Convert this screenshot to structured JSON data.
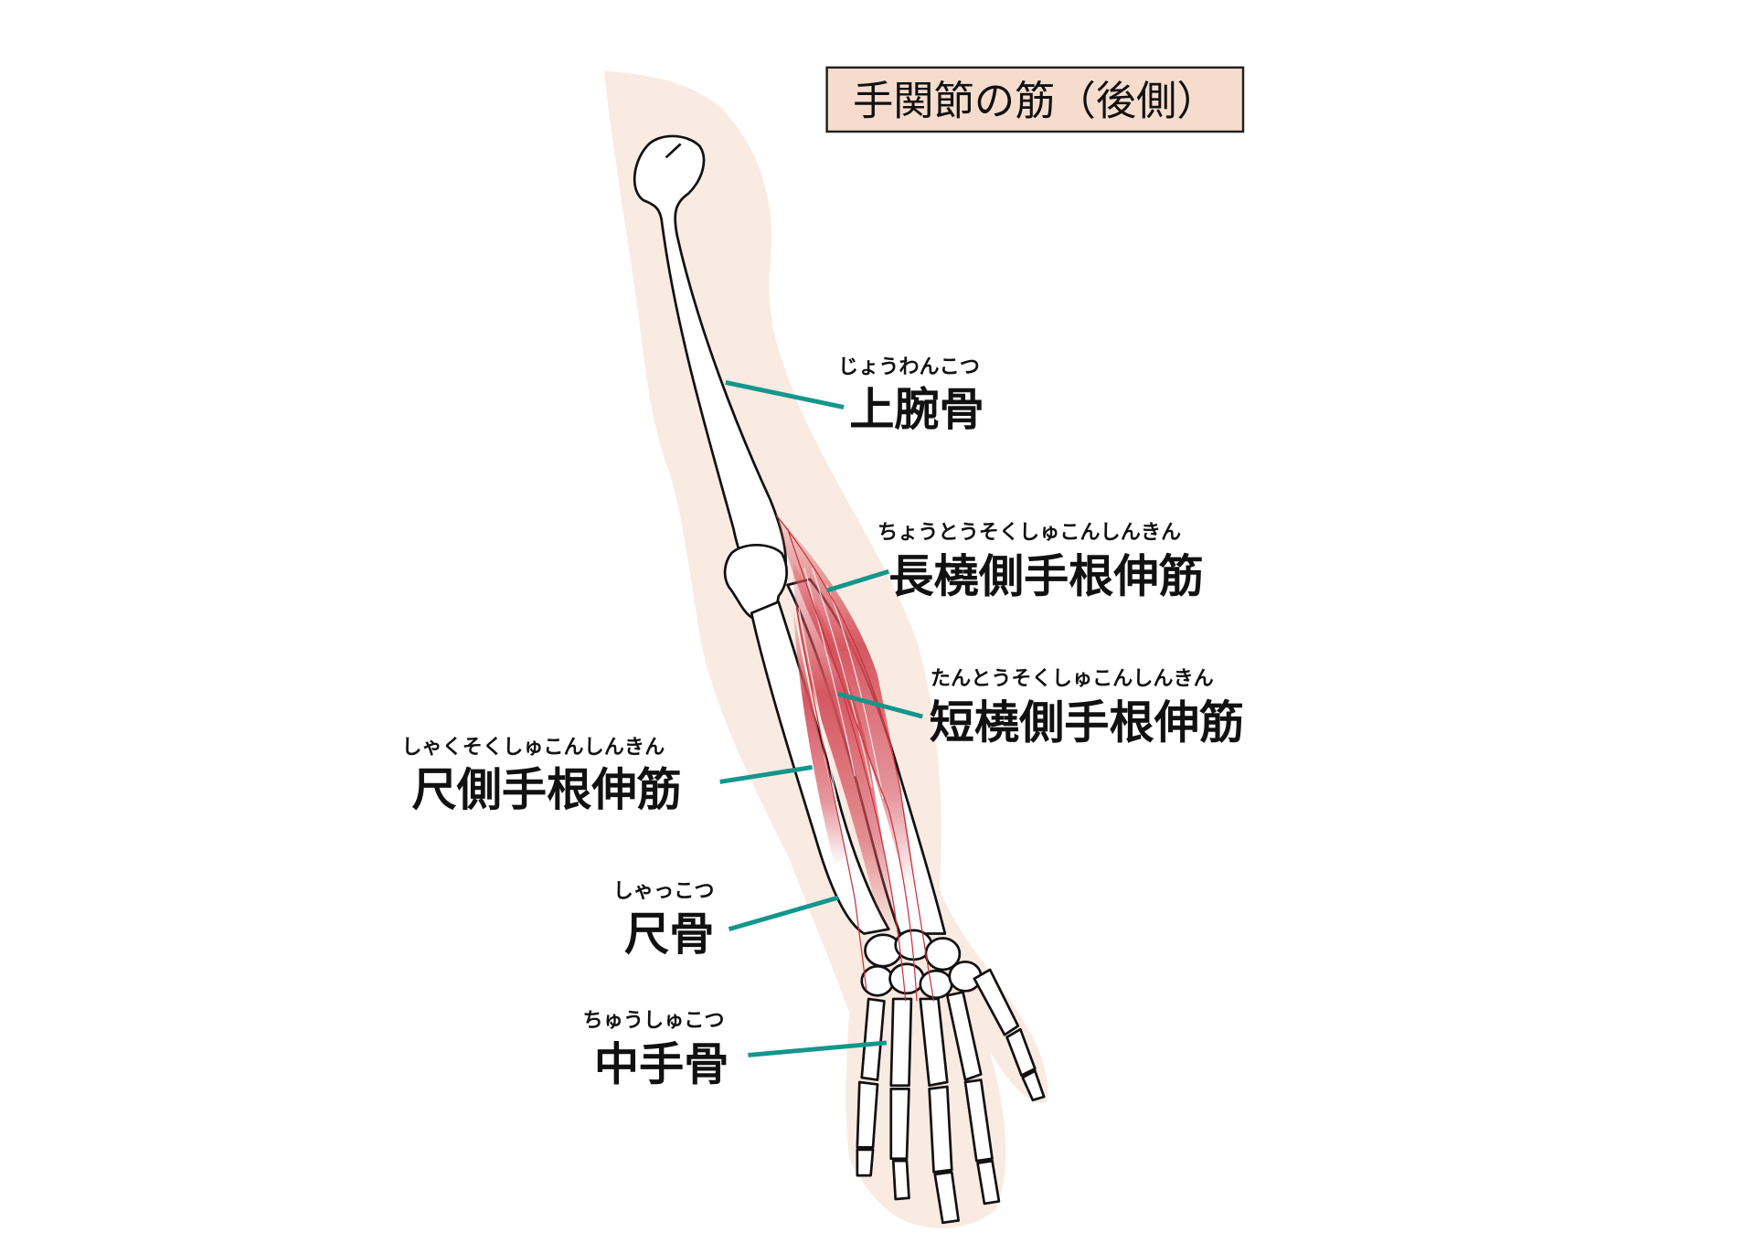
{
  "title": "手関節の筋（後側）",
  "colors": {
    "skin": "#f9ebe2",
    "title_bg": "#f5dccd",
    "leader": "#14968c",
    "muscle": "#d4505a"
  },
  "labels": [
    {
      "id": "humerus",
      "furigana": "じょうわんこつ",
      "text": "上腕骨"
    },
    {
      "id": "ecrl",
      "furigana": "ちょうとうそくしゅこんしんきん",
      "text": "長橈側手根伸筋"
    },
    {
      "id": "ecrb",
      "furigana": "たんとうそくしゅこんしんきん",
      "text": "短橈側手根伸筋"
    },
    {
      "id": "ecu",
      "furigana": "しゃくそくしゅこんしんきん",
      "text": "尺側手根伸筋"
    },
    {
      "id": "ulna",
      "furigana": "しゃっこつ",
      "text": "尺骨"
    },
    {
      "id": "metacarpal",
      "furigana": "ちゅうしゅこつ",
      "text": "中手骨"
    }
  ]
}
